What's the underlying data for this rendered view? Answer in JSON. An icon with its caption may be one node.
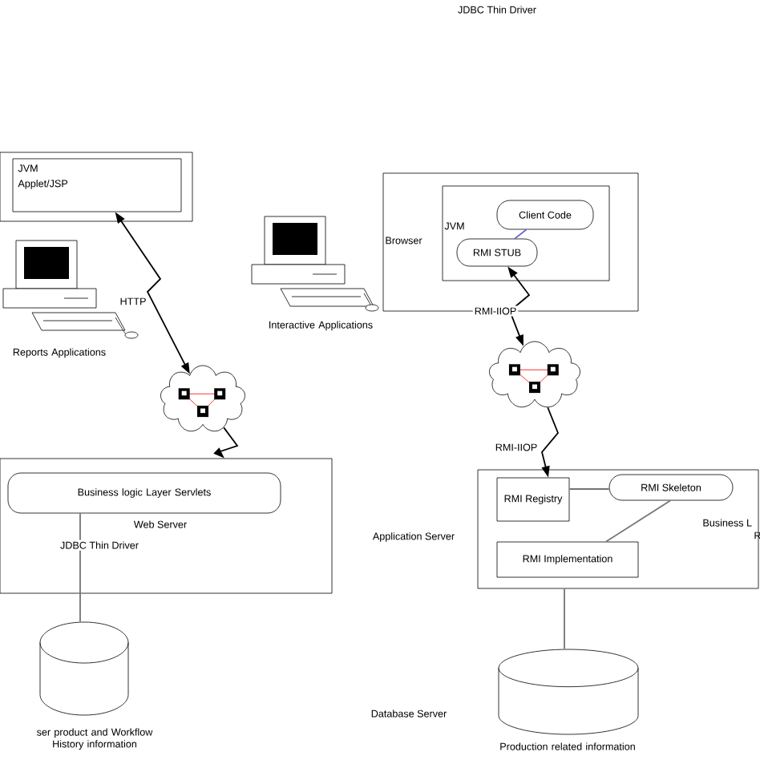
{
  "diagram": {
    "nodes": [
      {
        "text": [],
        "shape": "box"
      },
      {
        "text": [
          "JVM",
          "Applet/JSP"
        ],
        "in": 0
      },
      {
        "text": [],
        "shape": "picture",
        "beside": [
          "Reports Applications"
        ]
      },
      {
        "text": [
          "Browser"
        ]
      },
      {
        "text": [
          "JVM"
        ],
        "in": 3
      },
      {
        "text": [
          "Client Code"
        ],
        "in": 4
      },
      {
        "text": [
          "RMI STUB"
        ],
        "in": 4
      },
      {
        "text": [],
        "shape": "picture",
        "beside": [
          "Interactive Applications"
        ]
      },
      {
        "text": [],
        "shape": "cloud"
      },
      {
        "text": [],
        "shape": "cloud"
      },
      {
        "text": [
          "Web Server"
        ]
      },
      {
        "text": [
          "Business logic Layer Servlets"
        ],
        "in": 10
      },
      {
        "text": [],
        "shape": "cylinder",
        "beside": [
          "ser product and Workflow History information"
        ]
      },
      {
        "text": [
          "Business L",
          "R"
        ]
      },
      {
        "text": [
          "RMI Registry"
        ],
        "in": 13
      },
      {
        "text": [
          "RMI Skeleton"
        ],
        "in": 13
      },
      {
        "text": [
          "RMI Implementation"
        ],
        "in": 13
      },
      {
        "text": [],
        "shape": "cylinder",
        "beside": [
          "Production related information"
        ]
      }
    ],
    "edges": [
      {
        "from": 1,
        "to": 8,
        "arrow": "both",
        "label": "HTTP"
      },
      {
        "from": 8,
        "to": 10,
        "arrow": "to"
      },
      {
        "from": 6,
        "to": 9,
        "arrow": "both",
        "label": "RMI-IIOP"
      },
      {
        "from": 9,
        "to": 14,
        "arrow": "to",
        "label": "RMI-IIOP"
      },
      {
        "from": 5,
        "to": 6,
        "arrow": "none",
        "color": "#5a5ad0"
      },
      {
        "from": 11,
        "to": 12,
        "arrow": "none",
        "color": "#737373",
        "label": "JDBC Thin Driver"
      },
      {
        "from": 14,
        "to": 15,
        "arrow": "none",
        "color": "#737373"
      },
      {
        "from": 15,
        "to": 16,
        "arrow": "none",
        "color": "#737373"
      },
      {
        "from": 13,
        "to": 17,
        "arrow": "none",
        "color": "#737373"
      }
    ],
    "labels": [
      "JDBC Thin Driver",
      "Application Server",
      "Database Server"
    ]
  }
}
